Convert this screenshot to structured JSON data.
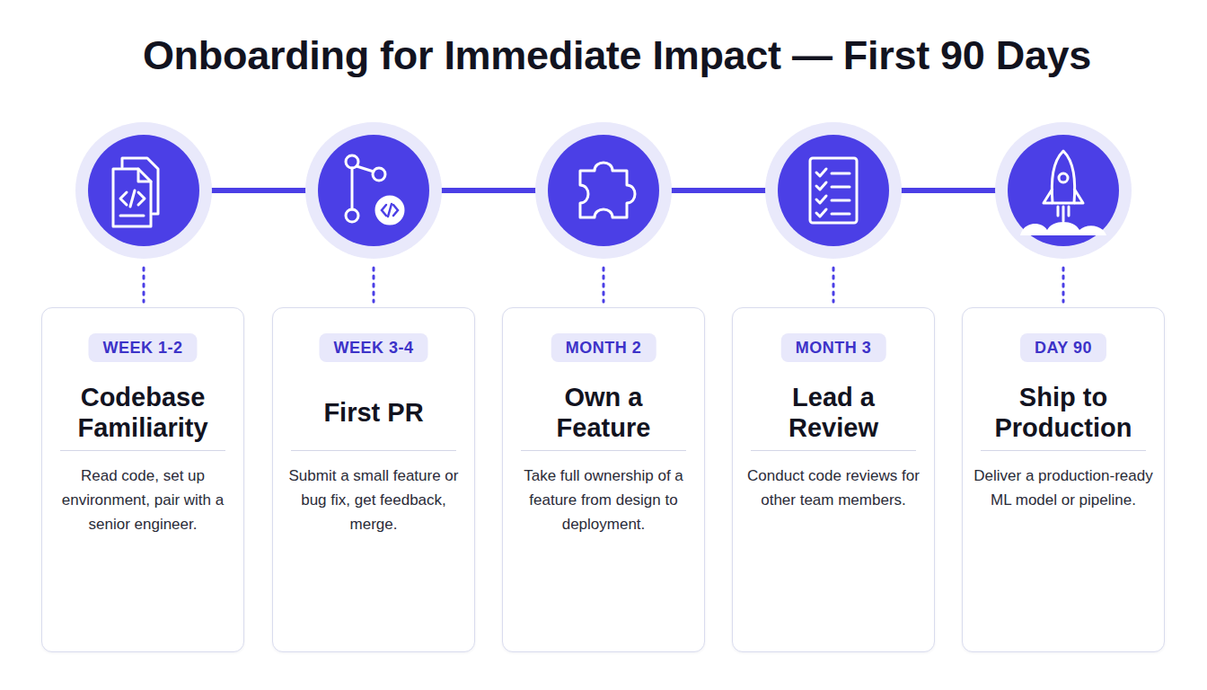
{
  "diagram": {
    "title": "Onboarding for Immediate Impact — First 90 Days",
    "nodes": [
      {
        "text": [
          "Codebase Familiarity",
          "Read code, set up environment, pair with a senior engineer."
        ]
      },
      {
        "text": [
          "WEEK 1-2"
        ],
        "in": 0
      },
      {
        "text": [
          "First PR",
          "Submit a small feature or bug fix, get feedback, merge."
        ]
      },
      {
        "text": [
          "WEEK 3-4"
        ],
        "in": 2
      },
      {
        "text": [
          "Own a Feature",
          "Take full ownership of a feature from design to deployment."
        ]
      },
      {
        "text": [
          "MONTH 2"
        ],
        "in": 4
      },
      {
        "text": [
          "Lead a Review",
          "Conduct code reviews for other team members."
        ]
      },
      {
        "text": [
          "MONTH 3"
        ],
        "in": 6
      },
      {
        "text": [
          "Ship to Production",
          "Deliver a production-ready ML model or pipeline."
        ]
      },
      {
        "text": [
          "DAY 90"
        ],
        "in": 8
      }
    ]
  }
}
